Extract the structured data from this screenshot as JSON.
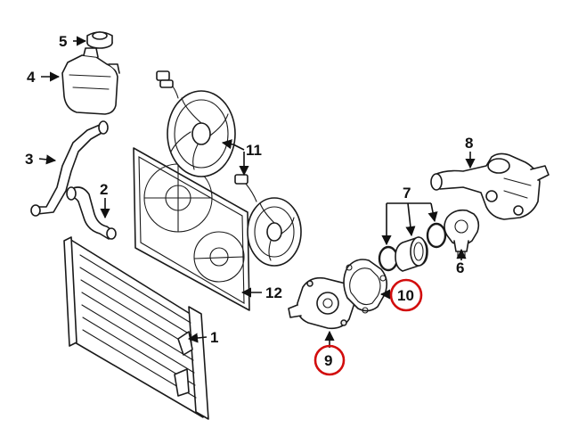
{
  "colors": {
    "line": "#1a1a1a",
    "highlight": "#d20d0d",
    "background": "#ffffff"
  },
  "callouts": {
    "c1": "1",
    "c2": "2",
    "c3": "3",
    "c4": "4",
    "c5": "5",
    "c6": "6",
    "c7": "7",
    "c8": "8",
    "c9": "9",
    "c10": "10",
    "c11": "11",
    "c12": "12"
  },
  "highlighted": [
    "9",
    "10"
  ]
}
